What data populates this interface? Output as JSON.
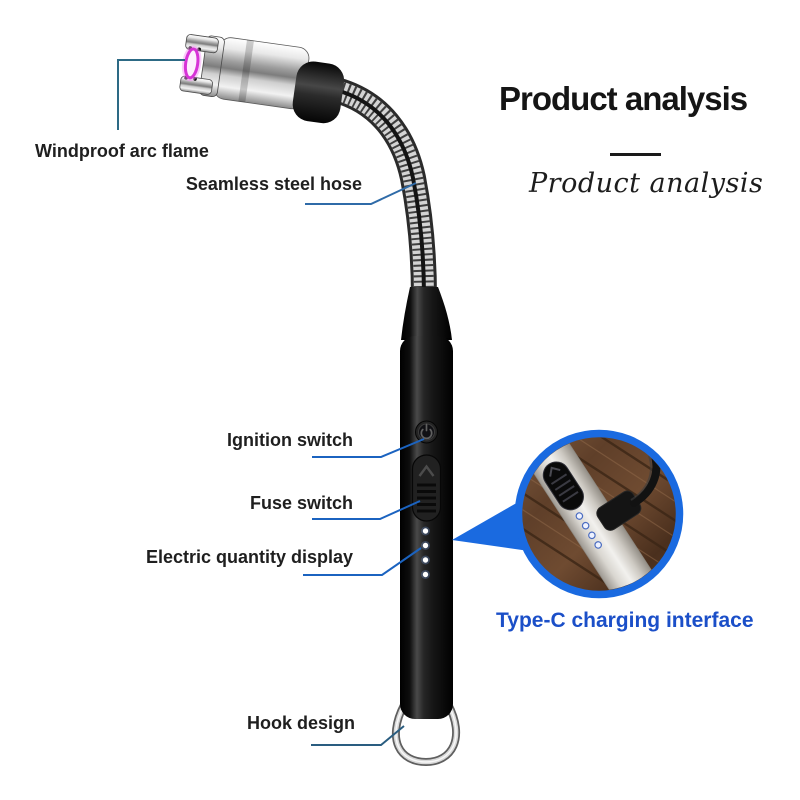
{
  "title": {
    "heading": "Product analysis",
    "subheading": "Product analysis"
  },
  "callouts": {
    "windproof_arc_flame": "Windproof arc flame",
    "seamless_steel_hose": "Seamless steel hose",
    "ignition_switch": "Ignition switch",
    "fuse_switch": "Fuse switch",
    "electric_quantity_display": "Electric quantity display",
    "hook_design": "Hook design",
    "type_c_charging": "Type-C charging interface"
  },
  "indicators": {
    "handle_led_count": 4,
    "inset_led_count": 4
  },
  "icons": {
    "power_icon": "power symbol on ignition button",
    "chevron_up_icon": "up arrow on fuse slider",
    "hook_ring_icon": "metal hanging loop",
    "arc_flame_icon": "purple electric arc"
  },
  "colors": {
    "background": "#ffffff",
    "label_text": "#1f1f1f",
    "accent_ring_blue": "#1a6ae0",
    "typec_text_blue": "#1b4fc8",
    "leader_steel_blue": "#2d6a85",
    "leader_blue": "#1b63c0",
    "arc_magenta": "#d733d7",
    "wood_brown": "#5f3f29"
  }
}
